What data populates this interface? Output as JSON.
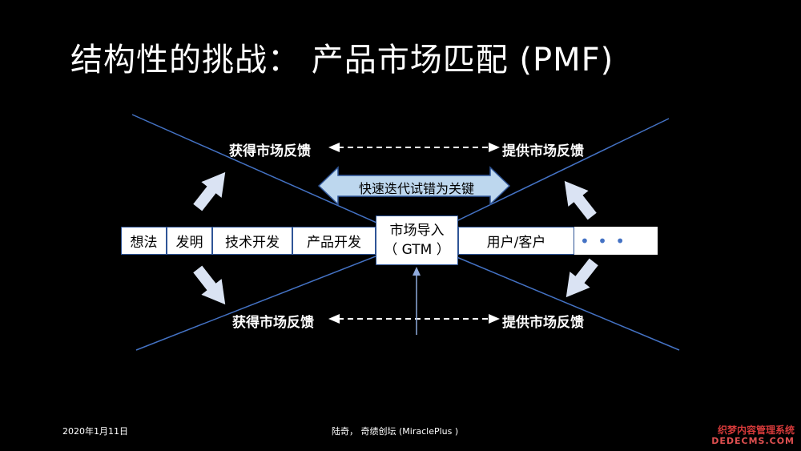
{
  "slide": {
    "title": "结构性的挑战： 产品市场匹配 (PMF)"
  },
  "feedback": {
    "top_left": "获得市场反馈",
    "top_right": "提供市场反馈",
    "bottom_left": "获得市场反馈",
    "bottom_right": "提供市场反馈"
  },
  "banner": {
    "text": "快速迭代试错为关键"
  },
  "stages": {
    "idea": "想法",
    "invention": "发明",
    "tech_dev": "技术开发",
    "product_dev": "产品开发",
    "gtm_line1": "市场导入",
    "gtm_line2": "（ GTM ）",
    "users": "用户/客户",
    "more": "• • •"
  },
  "footer": {
    "date": "2020年1月11日",
    "credit": "陆奇， 奇绩创坛 (MiraclePlus )"
  },
  "watermark": {
    "line1": "织梦内容管理系统",
    "line2": "DEDECMS.COM"
  },
  "colors": {
    "background": "#000000",
    "line": "#4472c4",
    "banner_fill": "#bdd7ee",
    "banner_stroke": "#2f5597",
    "arrow_fill": "#dae3f3",
    "dots": "#4472c4"
  }
}
